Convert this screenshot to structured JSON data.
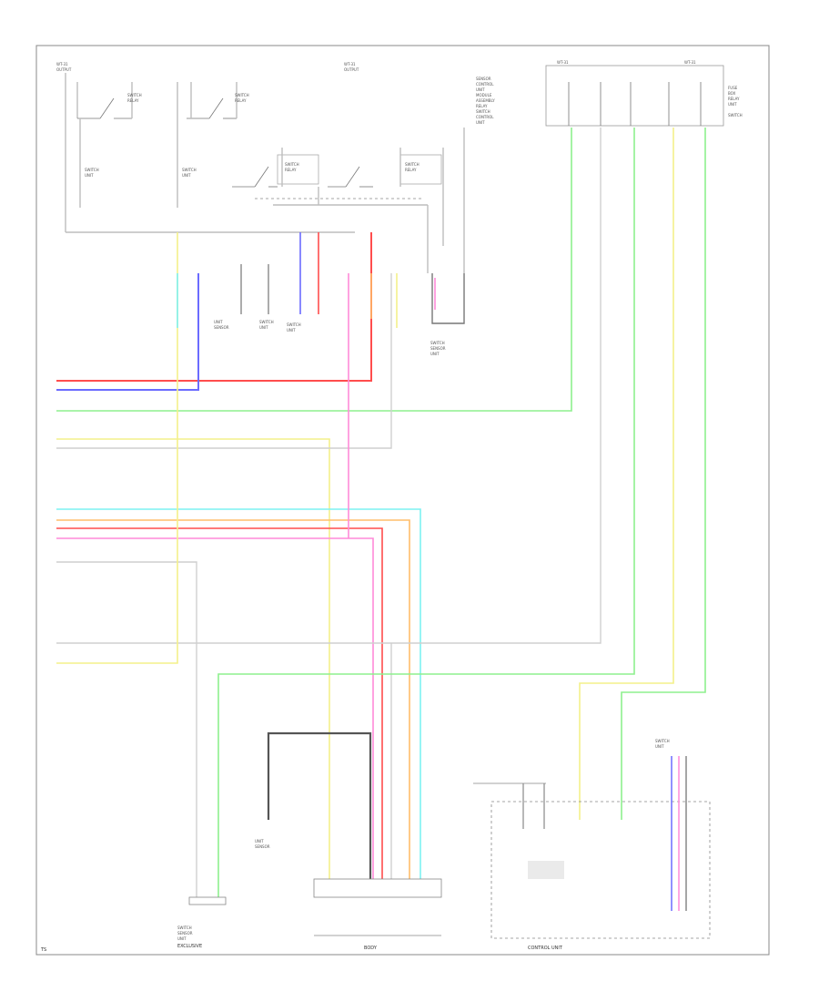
{
  "colors": {
    "red": "#ff4d4d",
    "blue": "#6b6bff",
    "green": "#8ef08e",
    "yellow": "#f4f08a",
    "cyan": "#7df2f2",
    "orange": "#ffbd6b",
    "pink": "#ff8ad8",
    "white": "#cfcfcf",
    "black": "#555555",
    "frame": "#888888"
  },
  "labels": {
    "bottom_left_connector": "EXCLUSIVE",
    "mid_connector": "BODY",
    "right_box": "CONTROL UNIT",
    "footer": "TS"
  }
}
